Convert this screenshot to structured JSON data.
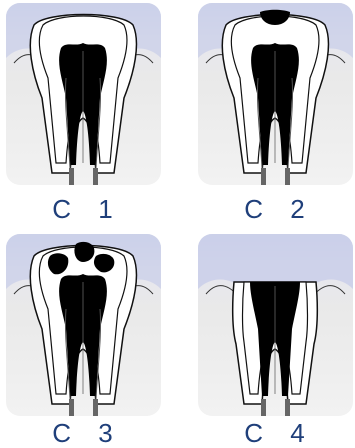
{
  "figure": {
    "panels": [
      {
        "stage": "C1",
        "label": "C 1"
      },
      {
        "stage": "C2",
        "label": "C 2"
      },
      {
        "stage": "C3",
        "label": "C 3"
      },
      {
        "stage": "C4",
        "label": "C 4"
      }
    ]
  },
  "colors": {
    "label_text": "#1f3f7a",
    "gum": "#c8cde8",
    "pulp": "#000000",
    "background": "#e9e9e9"
  }
}
